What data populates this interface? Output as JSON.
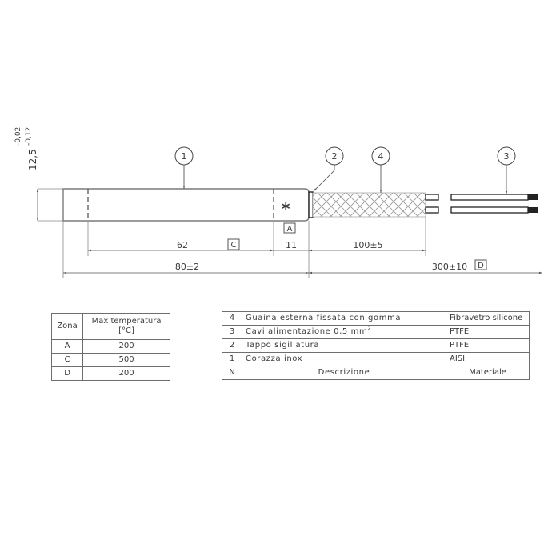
{
  "drawing": {
    "diameter": {
      "nominal": "12,5",
      "tol_upper": "-0,02",
      "tol_lower": "-0,12"
    },
    "balloons": [
      {
        "id": "1",
        "label": "1"
      },
      {
        "id": "2",
        "label": "2"
      },
      {
        "id": "4",
        "label": "4"
      },
      {
        "id": "3",
        "label": "3"
      }
    ],
    "zone_marker_symbol": "*",
    "dimensions": {
      "heated_length": "62",
      "heated_zone": "C",
      "cold_end": "11",
      "cold_zone": "A",
      "braid_length": "100±5",
      "total_length": "80±2",
      "lead_length": "300±10",
      "lead_zone": "D"
    },
    "colors": {
      "line": "#6e6e6e",
      "dark_line": "#2a2a2a",
      "braid": "#9a9a9a"
    }
  },
  "zone_table": {
    "headers": {
      "zone": "Zona",
      "max_temp_line1": "Max temperatura",
      "max_temp_line2": "[°C]"
    },
    "rows": [
      {
        "zone": "A",
        "temp": "200"
      },
      {
        "zone": "C",
        "temp": "500"
      },
      {
        "zone": "D",
        "temp": "200"
      }
    ]
  },
  "parts_table": {
    "rows": [
      {
        "n": "4",
        "description": "Guaina esterna fissata con gomma",
        "material": "Fibravetro silicone"
      },
      {
        "n": "3",
        "description": "Cavi alimentazione 0,5 mm",
        "description_sup": "2",
        "material": "PTFE"
      },
      {
        "n": "2",
        "description": "Tappo sigillatura",
        "material": "PTFE"
      },
      {
        "n": "1",
        "description": "Corazza inox",
        "material": "AISI"
      }
    ],
    "footer": {
      "n": "N",
      "description": "Descrizione",
      "material": "Materiale"
    }
  }
}
